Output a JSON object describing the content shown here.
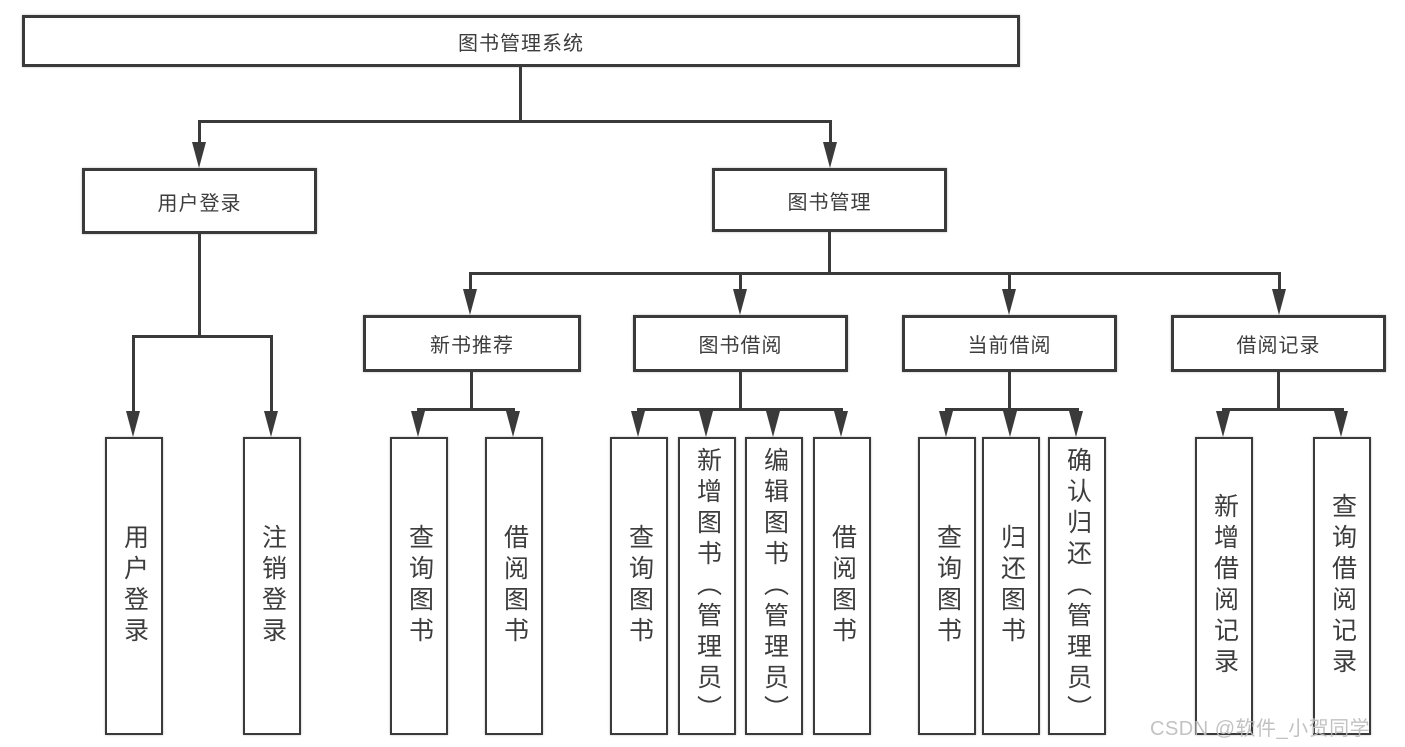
{
  "nodes": {
    "root": "图书管理系统",
    "user_login": "用户登录",
    "book_mgmt": "图书管理",
    "new_books": "新书推荐",
    "book_borrow": "图书借阅",
    "current_borrow": "当前借阅",
    "borrow_records": "借阅记录",
    "leaf_user_login": "用户登录",
    "leaf_logout": "注销登录",
    "leaf_query_books_1": "查询图书",
    "leaf_borrow_books_1": "借阅图书",
    "leaf_query_books_2": "查询图书",
    "leaf_add_books": "新增图书（管理员）",
    "leaf_edit_books": "编辑图书（管理员）",
    "leaf_borrow_books_2": "借阅图书",
    "leaf_query_books_3": "查询图书",
    "leaf_return_books": "归还图书",
    "leaf_confirm_return": "确认归还（管理员）",
    "leaf_add_record": "新增借阅记录",
    "leaf_query_record": "查询借阅记录"
  },
  "watermark": "CSDN @软件_小贺同学",
  "colors": {
    "line": "#3a3a3a",
    "text": "#3d3d3d",
    "box_background": "#ffffff",
    "watermark": "#bcbcbc"
  }
}
